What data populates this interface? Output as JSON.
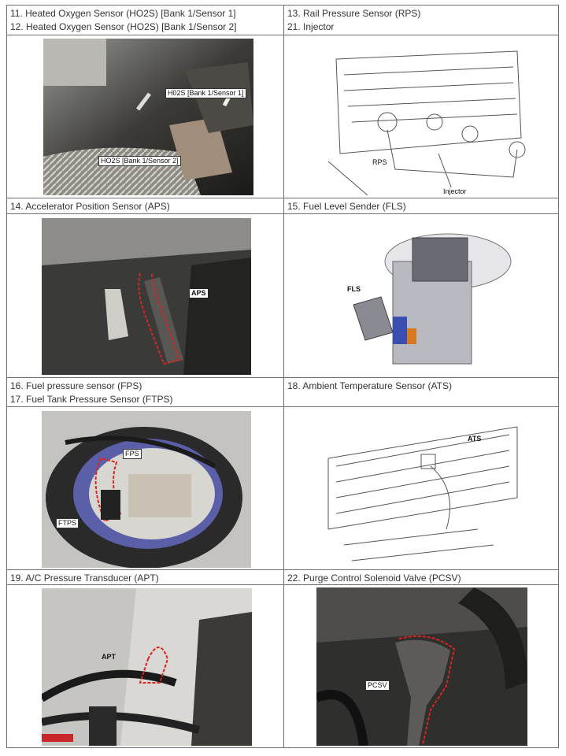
{
  "cells": [
    {
      "lines": [
        "11. Heated Oxygen Sensor (HO2S) [Bank 1/Sensor 1]",
        "12. Heated Oxygen Sensor (HO2S) [Bank 1/Sensor 2]"
      ],
      "labels": [
        "H02S [Bank 1/Sensor 1]",
        "HO2S [Bank 1/Sensor 2]"
      ]
    },
    {
      "lines": [
        "13. Rail Pressure Sensor (RPS)",
        "21. Injector"
      ],
      "labels": [
        "RPS",
        "Injector"
      ]
    },
    {
      "lines": [
        "14. Accelerator Position Sensor (APS)"
      ],
      "labels": [
        "APS"
      ]
    },
    {
      "lines": [
        "15. Fuel Level Sender (FLS)"
      ],
      "labels": [
        "FLS"
      ]
    },
    {
      "lines": [
        "16. Fuel pressure sensor (FPS)",
        "17. Fuel Tank Pressure Sensor (FTPS)"
      ],
      "labels": [
        "FPS",
        "FTPS"
      ]
    },
    {
      "lines": [
        "18. Ambient Temperature Sensor (ATS)"
      ],
      "labels": [
        "ATS"
      ]
    },
    {
      "lines": [
        "19. A/C Pressure Transducer (APT)"
      ],
      "labels": [
        "APT"
      ]
    },
    {
      "lines": [
        "22. Purge Control Solenoid Valve (PCSV)"
      ],
      "labels": [
        "PCSV"
      ]
    }
  ]
}
